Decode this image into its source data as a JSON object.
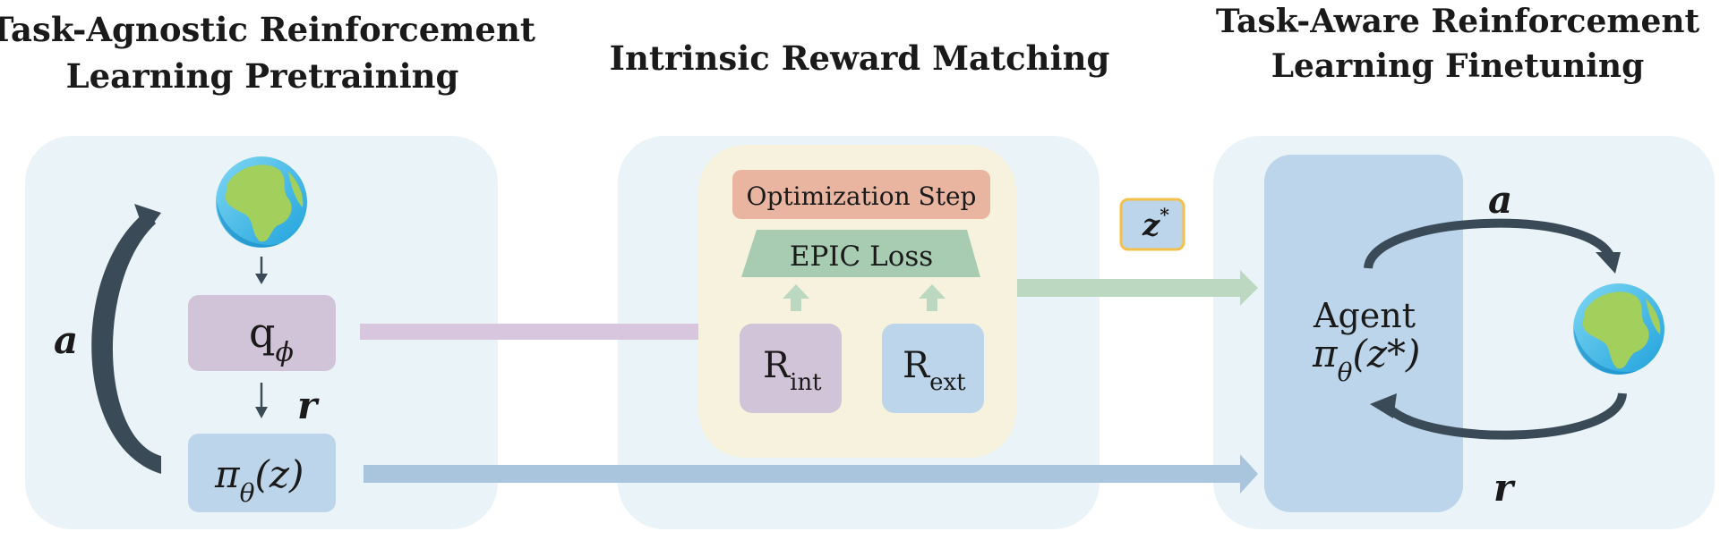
{
  "titles": {
    "pretraining_line1": "Task-Agnostic Reinforcement",
    "pretraining_line2": "Learning Pretraining",
    "matching": "Intrinsic Reward Matching",
    "finetuning_line1": "Task-Aware Reinforcement",
    "finetuning_line2": "Learning Finetuning"
  },
  "pretraining": {
    "action_label": "a",
    "reward_label": "r",
    "discriminator": {
      "base": "q",
      "sub": "ϕ"
    },
    "policy": {
      "pi": "π",
      "sub": "θ",
      "arg": "(z)"
    }
  },
  "matching": {
    "optimization_step": "Optimization Step",
    "epic_loss": "EPIC Loss",
    "r_int": {
      "base": "R",
      "sub": "int"
    },
    "r_ext": {
      "base": "R",
      "sub": "ext"
    }
  },
  "z_star": {
    "base": "z",
    "sup": "*"
  },
  "finetuning": {
    "agent": "Agent",
    "policy": {
      "pi": "π",
      "sub": "θ",
      "arg": "(z*)"
    },
    "action_label": "a",
    "reward_label": "r"
  },
  "colors": {
    "panel_bg": "#eaf4f8",
    "purple_box": "#d2c4d8",
    "blue_box": "#bcd5ea",
    "opt_step": "#e9b4a0",
    "epic": "#a8ccb2",
    "inner_panel": "#f6f2de",
    "agent_panel": "#bcd5ea",
    "arrow_dark": "#3a4b57",
    "arrow_purple": "#d7c6dd",
    "arrow_blue": "#a9c5de",
    "arrow_green": "#bcd8c0",
    "z_border": "#f5c04a"
  }
}
